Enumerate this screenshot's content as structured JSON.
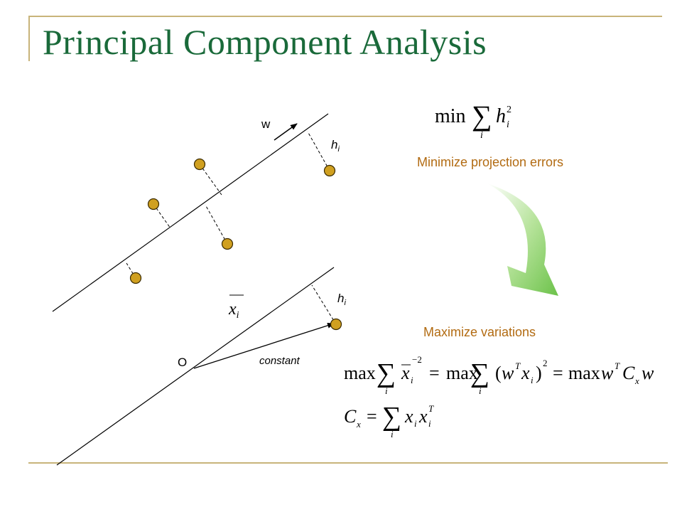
{
  "slide": {
    "title": "Principal Component Analysis",
    "accent_color": "#1a6a3a",
    "frame_color": "#c8b47a",
    "point_color": "#d0a020",
    "caption_color": "#b26b12",
    "arrow_color": "#7bc851"
  },
  "diagram": {
    "w_label": "w",
    "h_label": "h",
    "h_subscript": "i",
    "origin_label": "O",
    "constant_label": "constant",
    "xbar_label": "x",
    "xbar_subscript": "i"
  },
  "captions": {
    "minimize": "Minimize projection errors",
    "maximize": "Maximize variations"
  },
  "formulas": {
    "min_text": "min",
    "sum_symbol": "∑",
    "index": "i",
    "max_text": "max",
    "equals": "=",
    "superscript_2": "2",
    "superscript_T": "T",
    "minus_2": "−2",
    "x": "x",
    "w": "w",
    "C": "C",
    "h": "h",
    "open_paren": "(",
    "close_paren": ")"
  }
}
